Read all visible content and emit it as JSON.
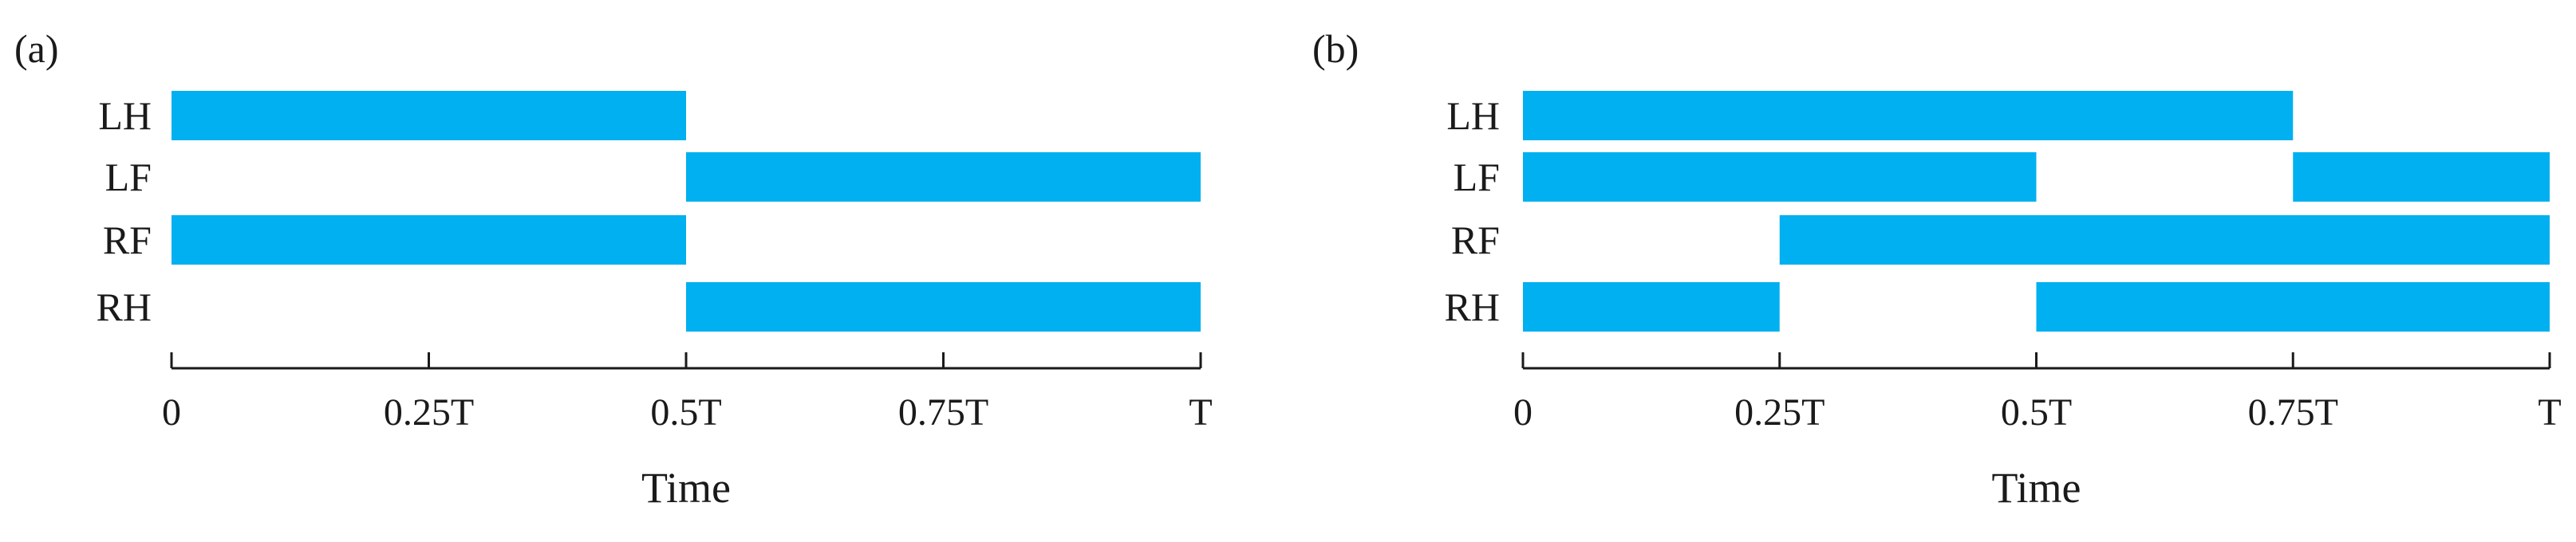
{
  "chart_data": [
    {
      "type": "gait-diagram",
      "panel_label": "(a)",
      "xlabel": "Time",
      "xlim": [
        0,
        1
      ],
      "xticks": [
        {
          "value": 0,
          "label": "0"
        },
        {
          "value": 0.25,
          "label": "0.25T"
        },
        {
          "value": 0.5,
          "label": "0.5T"
        },
        {
          "value": 0.75,
          "label": "0.75T"
        },
        {
          "value": 1,
          "label": "T"
        }
      ],
      "rows": [
        {
          "label": "LH",
          "intervals": [
            [
              0,
              0.5
            ]
          ]
        },
        {
          "label": "LF",
          "intervals": [
            [
              0.5,
              1
            ]
          ]
        },
        {
          "label": "RF",
          "intervals": [
            [
              0,
              0.5
            ]
          ]
        },
        {
          "label": "RH",
          "intervals": [
            [
              0.5,
              1
            ]
          ]
        }
      ]
    },
    {
      "type": "gait-diagram",
      "panel_label": "(b)",
      "xlabel": "Time",
      "xlim": [
        0,
        1
      ],
      "xticks": [
        {
          "value": 0,
          "label": "0"
        },
        {
          "value": 0.25,
          "label": "0.25T"
        },
        {
          "value": 0.5,
          "label": "0.5T"
        },
        {
          "value": 0.75,
          "label": "0.75T"
        },
        {
          "value": 1,
          "label": "T"
        }
      ],
      "rows": [
        {
          "label": "LH",
          "intervals": [
            [
              0,
              0.75
            ]
          ]
        },
        {
          "label": "LF",
          "intervals": [
            [
              0,
              0.5
            ],
            [
              0.75,
              1
            ]
          ]
        },
        {
          "label": "RF",
          "intervals": [
            [
              0.25,
              1
            ]
          ]
        },
        {
          "label": "RH",
          "intervals": [
            [
              0,
              0.25
            ],
            [
              0.5,
              1
            ]
          ]
        }
      ]
    }
  ],
  "colors": {
    "bar": "#00B0F0",
    "axis": "#1a1a1a",
    "text": "#1a1a1a"
  }
}
